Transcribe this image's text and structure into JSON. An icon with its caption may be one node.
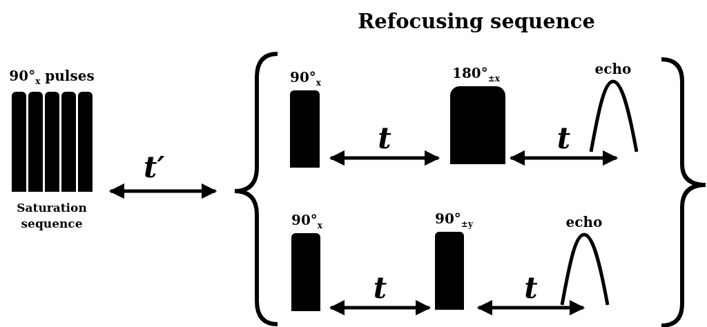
{
  "diagram": {
    "title": "Refocusing sequence",
    "nodes": [
      {
        "text": [
          "90°$_{x}$ pulses",
          "Saturation sequence"
        ]
      },
      {
        "text": [],
        "shape": "bar",
        "in": 0
      },
      {
        "text": [],
        "shape": "bar",
        "in": 0
      },
      {
        "text": [],
        "shape": "bar",
        "in": 0
      },
      {
        "text": [],
        "shape": "bar",
        "in": 0
      },
      {
        "text": [],
        "shape": "bar",
        "in": 0
      },
      {
        "text": [
          "90°$_{x}$"
        ]
      },
      {
        "text": [
          "180°$_{±x}$"
        ]
      },
      {
        "text": [
          "echo"
        ]
      },
      {
        "text": [
          "90°$_{x}$"
        ]
      },
      {
        "text": [
          "90°$_{±y}$"
        ]
      },
      {
        "text": [
          "echo"
        ]
      }
    ],
    "edges": [
      {
        "from": 6,
        "to": 7,
        "arrow": "both",
        "label": "t"
      },
      {
        "from": 7,
        "to": 8,
        "arrow": "both",
        "label": "t"
      },
      {
        "from": 9,
        "to": 10,
        "arrow": "both",
        "label": "t"
      },
      {
        "from": 10,
        "to": 11,
        "arrow": "both",
        "label": "t"
      }
    ],
    "labels": [
      "t′"
    ]
  }
}
